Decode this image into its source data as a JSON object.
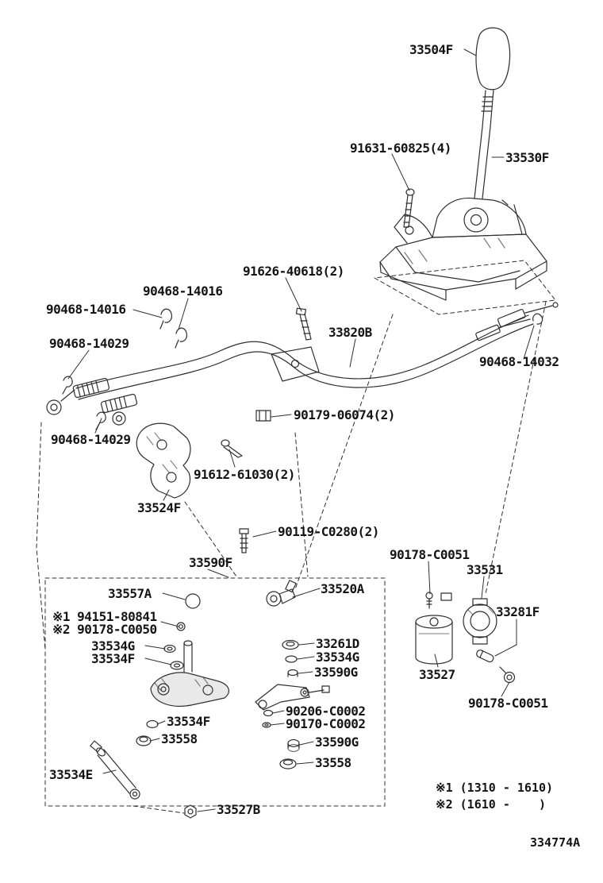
{
  "meta": {
    "drawing_number": "334774A",
    "background_color": "#ffffff",
    "line_color": "#2f2f2f"
  },
  "notes": [
    "※1 (1310 - 1610)",
    "※2 (1610 -    )"
  ],
  "labels": [
    {
      "text": "33504F"
    },
    {
      "text": "91631-60825(4)"
    },
    {
      "text": "33530F"
    },
    {
      "text": "91626-40618(2)"
    },
    {
      "text": "90468-14016"
    },
    {
      "text": "90468-14016"
    },
    {
      "text": "33820B"
    },
    {
      "text": "90468-14029"
    },
    {
      "text": "90468-14032"
    },
    {
      "text": "90179-06074(2)"
    },
    {
      "text": "90468-14029"
    },
    {
      "text": "91612-61030(2)"
    },
    {
      "text": "33524F"
    },
    {
      "text": "90119-C0280(2)"
    },
    {
      "text": "33590F"
    },
    {
      "text": "90178-C0051"
    },
    {
      "text": "33531"
    },
    {
      "text": "33557A"
    },
    {
      "text": "33520A"
    },
    {
      "text": "※1 94151-80841"
    },
    {
      "text": "※2 90178-C0050"
    },
    {
      "text": "33281F"
    },
    {
      "text": "33534G"
    },
    {
      "text": "33534F"
    },
    {
      "text": "33261D"
    },
    {
      "text": "33534G"
    },
    {
      "text": "33590G"
    },
    {
      "text": "33527"
    },
    {
      "text": "90206-C0002"
    },
    {
      "text": "90170-C0002"
    },
    {
      "text": "33534F"
    },
    {
      "text": "33558"
    },
    {
      "text": "33590G"
    },
    {
      "text": "33558"
    },
    {
      "text": "33534E"
    },
    {
      "text": "90178-C0051"
    },
    {
      "text": "33527B"
    }
  ]
}
